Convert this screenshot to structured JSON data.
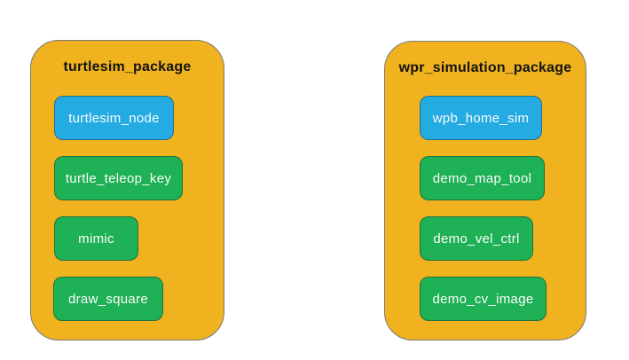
{
  "diagram": {
    "description": "ROS packages and nodes diagram",
    "colors": {
      "package_fill": "#F0B21E",
      "package_border": "#7A7A7A",
      "node_blue": "#24ABE2",
      "node_green": "#1EB155",
      "node_text": "#FCFCFC",
      "title_text": "#141414",
      "canvas_bg": "#FFFFFF"
    },
    "packages": [
      {
        "title": "turtlesim_package",
        "nodes": [
          {
            "label": "turtlesim_node",
            "type": "blue"
          },
          {
            "label": "turtle_teleop_key",
            "type": "green"
          },
          {
            "label": "mimic",
            "type": "green"
          },
          {
            "label": "draw_square",
            "type": "green"
          }
        ]
      },
      {
        "title": "wpr_simulation_package",
        "nodes": [
          {
            "label": "wpb_home_sim",
            "type": "blue"
          },
          {
            "label": "demo_map_tool",
            "type": "green"
          },
          {
            "label": "demo_vel_ctrl",
            "type": "green"
          },
          {
            "label": "demo_cv_image",
            "type": "green"
          }
        ]
      }
    ]
  }
}
